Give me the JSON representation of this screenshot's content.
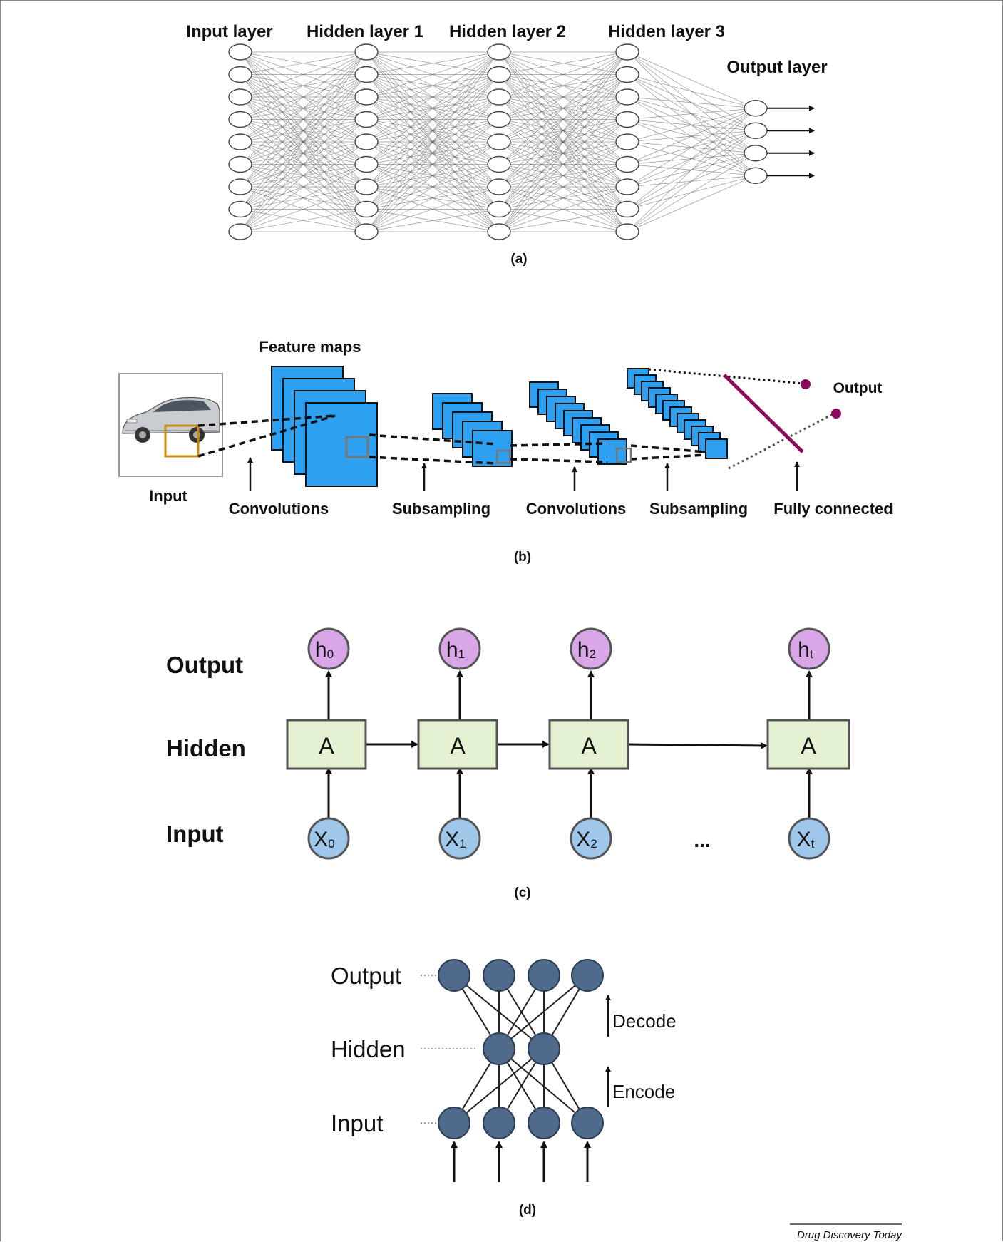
{
  "panel_a": {
    "layer_labels": [
      "Input layer",
      "Hidden layer 1",
      "Hidden layer 2",
      "Hidden layer 3",
      "Output layer"
    ],
    "layer_node_counts": [
      9,
      9,
      9,
      9,
      4
    ],
    "caption": "(a)"
  },
  "panel_b": {
    "feature_maps_label": "Feature maps",
    "output_label": "Output",
    "input_label": "Input",
    "stage_labels": [
      "Convolutions",
      "Subsampling",
      "Convolutions",
      "Subsampling",
      "Fully connected"
    ],
    "caption": "(b)",
    "colors": {
      "map_fill": "#2ea0f2",
      "map_stroke": "#111111",
      "fc_line": "#8b0a5a",
      "receptive_box": "#c98a10"
    }
  },
  "panel_c": {
    "row_labels": {
      "output": "Output",
      "hidden": "Hidden",
      "input": "Input"
    },
    "cell_label": "A",
    "output_nodes": [
      {
        "base": "h",
        "sub": "0"
      },
      {
        "base": "h",
        "sub": "1"
      },
      {
        "base": "h",
        "sub": "2"
      },
      {
        "base": "h",
        "sub": "t"
      }
    ],
    "input_nodes": [
      {
        "base": "X",
        "sub": "0"
      },
      {
        "base": "X",
        "sub": "1"
      },
      {
        "base": "X",
        "sub": "2"
      },
      {
        "base": "X",
        "sub": "t"
      }
    ],
    "ellipsis": "...",
    "caption": "(c)",
    "colors": {
      "output_fill": "#d9a6e8",
      "cell_fill": "#e4f2d2",
      "input_fill": "#9fc7ea"
    }
  },
  "panel_d": {
    "row_labels": {
      "output": "Output",
      "hidden": "Hidden",
      "input": "Input"
    },
    "arrows": {
      "decode": "Decode",
      "encode": "Encode"
    },
    "caption": "(d)",
    "colors": {
      "node_fill": "#4f6a8a"
    }
  },
  "footer": {
    "source": "Drug Discovery Today"
  }
}
